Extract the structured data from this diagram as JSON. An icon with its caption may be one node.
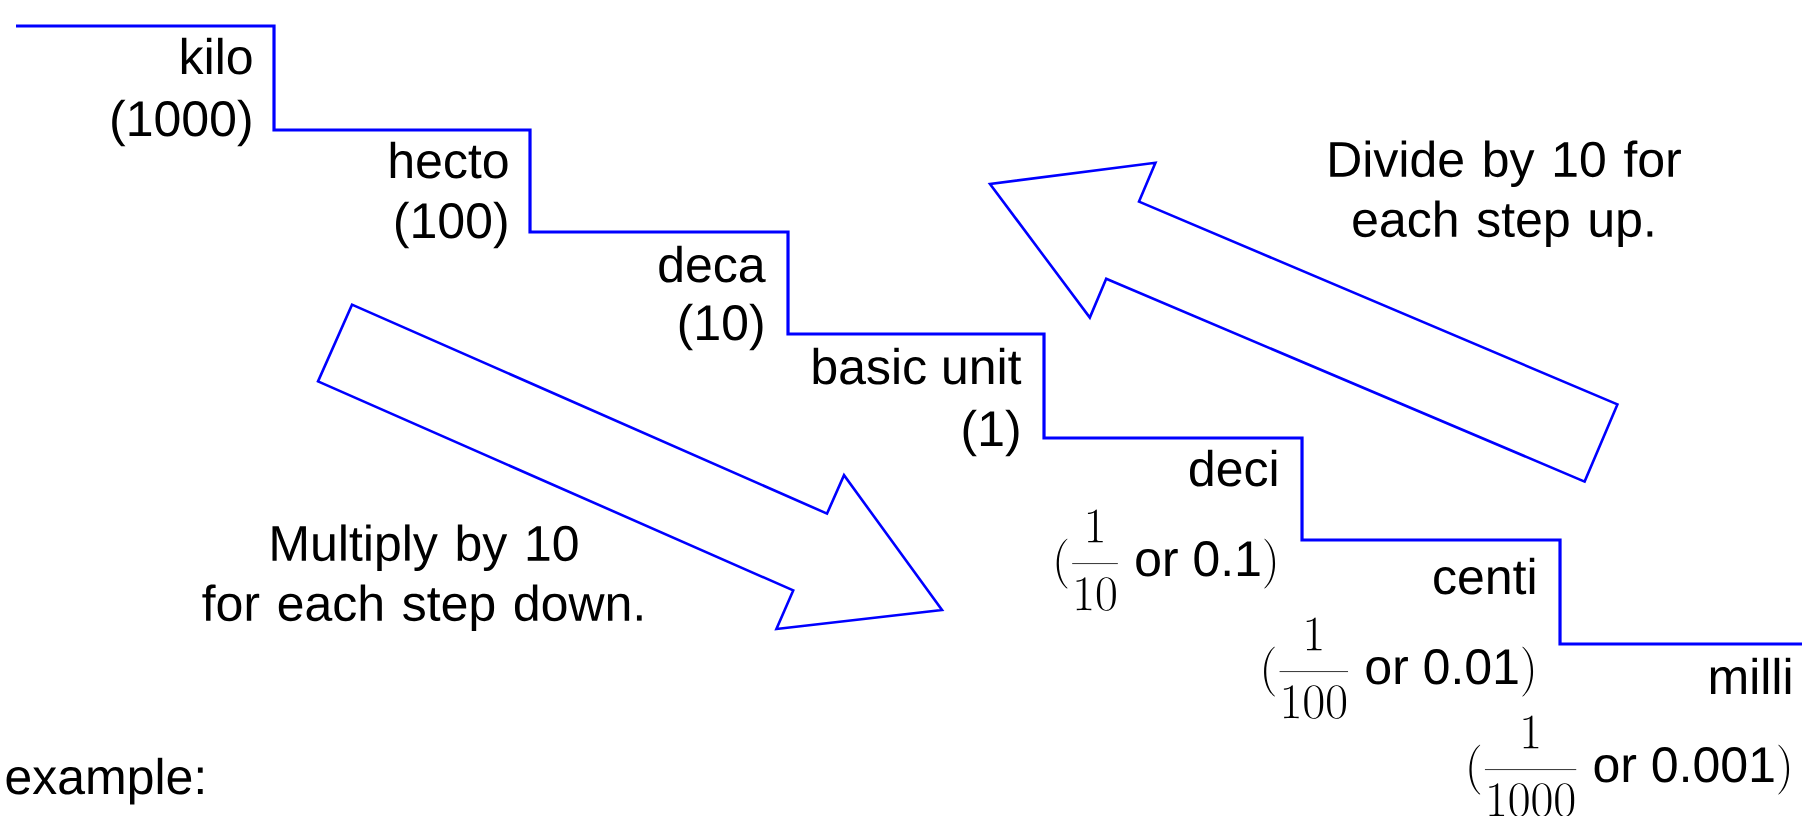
{
  "diagram": {
    "labels": [
      "kilo",
      "(1000)",
      "hecto",
      "(100)",
      "deca",
      "(10)",
      "Divide by 10 for each step up.",
      "basic unit",
      "(1)",
      "deci",
      "Multiply by 10 for each step down.",
      "(\\frac{1}{10}\\mbox{ or 0.1})",
      "centi",
      "(\\frac{1}{100}\\mbox{ or 0.01})",
      "milli",
      "example:",
      "(\\frac{1}{1000}\\mbox{ or 0.001})"
    ]
  }
}
